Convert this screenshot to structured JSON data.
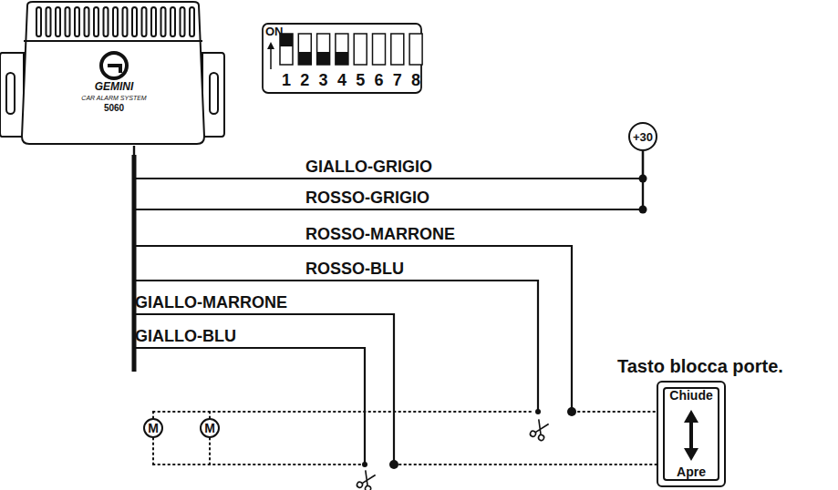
{
  "diagram": {
    "nodes": [
      {
        "text": [
          "GEMINI",
          "CAR ALARM SYSTEM",
          "5060"
        ]
      },
      {
        "text": [
          "+30"
        ]
      },
      {
        "text": [
          "M"
        ]
      },
      {
        "text": [
          "M"
        ]
      },
      {
        "text": [
          "Tasto blocca porte.",
          "Chiude",
          "Apre"
        ]
      }
    ],
    "edges": [
      {
        "from": 0,
        "to": 1,
        "arrow": "none",
        "label": "GIALLO-GRIGIO"
      },
      {
        "from": 0,
        "to": 1,
        "arrow": "none",
        "label": "ROSSO-GRIGIO"
      }
    ],
    "labels": [
      "ON",
      "1",
      "2",
      "3",
      "4",
      "5",
      "6",
      "7",
      "8",
      "ROSSO-MARRONE",
      "ROSSO-BLU",
      "GIALLO-MARRONE",
      "GIALLO-BLU"
    ]
  }
}
